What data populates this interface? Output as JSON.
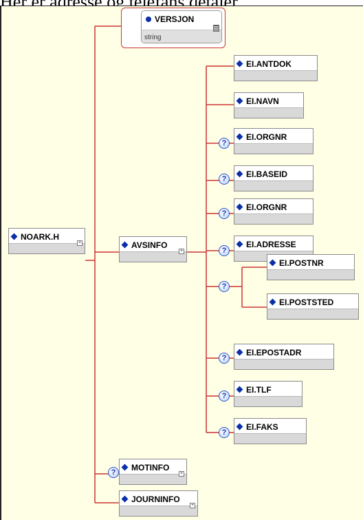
{
  "header_text": "Her er adresse og telefans detaler.",
  "root": {
    "label": "NOARK.H"
  },
  "versjon": {
    "label": "VERSJON",
    "type": "string"
  },
  "avsinfo": {
    "label": "AVSINFO"
  },
  "motinfo": {
    "label": "MOTINFO"
  },
  "journinfo": {
    "label": "JOURNINFO"
  },
  "avsinfo_children": [
    "EI.ANTDOK",
    "EI.NAVN",
    "EI.ORGNR",
    "EI.BASEID",
    "EI.ORGNR",
    "EI.ADRESSE",
    "EI.POSTNR",
    "EI.POSTSTED",
    "EI.EPOSTADR",
    "EI.TLF",
    "EI.FAKS"
  ],
  "optional_marker": "?",
  "colors": {
    "line": "#cc3333",
    "canvas": "#ffffe6",
    "diamond": "#0a2fa8"
  }
}
